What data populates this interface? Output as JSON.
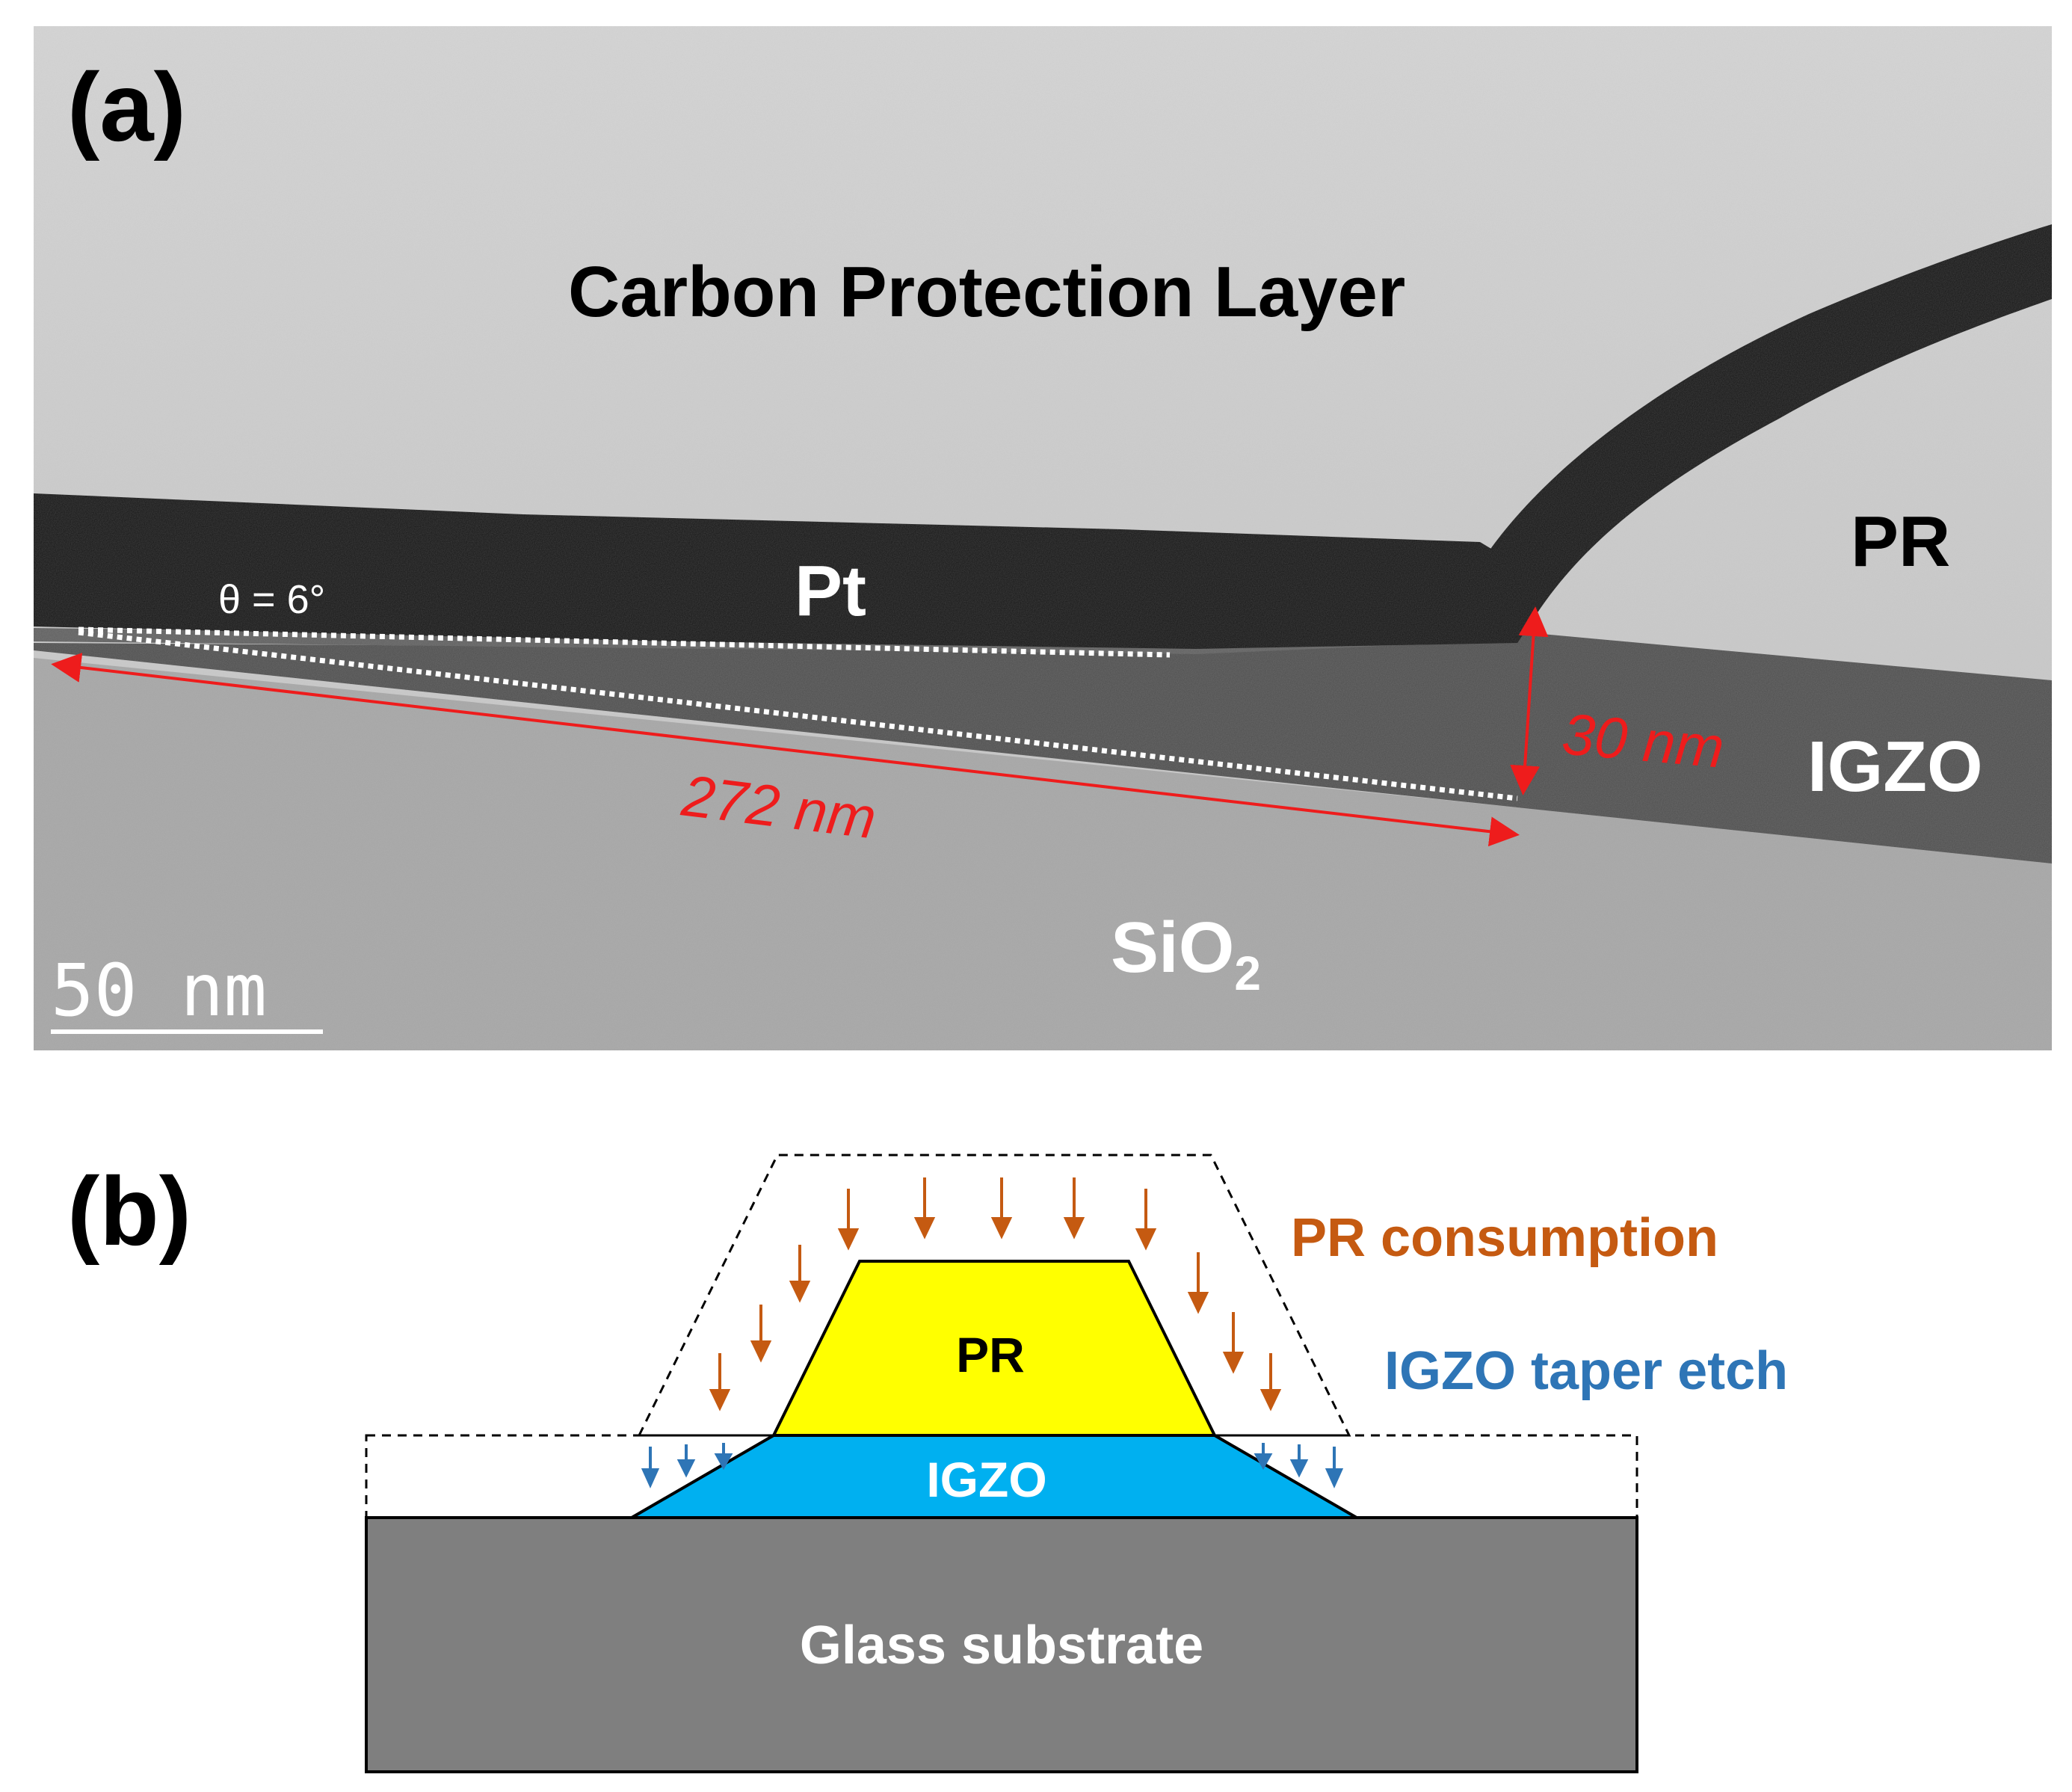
{
  "panel_a": {
    "panel_label": "(a)",
    "carbon_layer_label": "Carbon Protection Layer",
    "pt_label": "Pt",
    "pr_label": "PR",
    "igzo_label": "IGZO",
    "sio2_label_main": "SiO",
    "sio2_label_sub": "2",
    "angle_label": "θ = 6°",
    "thickness_label": "30 nm",
    "length_label": "272 nm",
    "scale_bar_label": "50 nm"
  },
  "panel_b": {
    "panel_label": "(b)",
    "pr_label": "PR",
    "igzo_label": "IGZO",
    "substrate_label": "Glass substrate",
    "legend_pr_consumption": "PR consumption",
    "legend_igzo_taper": "IGZO taper etch"
  },
  "colors": {
    "annotation_red": "#ee1c1c",
    "pr_consumption_orange": "#c55a11",
    "igzo_etch_blue": "#2e75b6",
    "pr_yellow": "#ffff00",
    "igzo_cyan": "#00b0f0",
    "substrate_gray": "#7f7f7f"
  },
  "icons": [
    "arrow-down-icon",
    "double-headed-arrow-icon"
  ]
}
